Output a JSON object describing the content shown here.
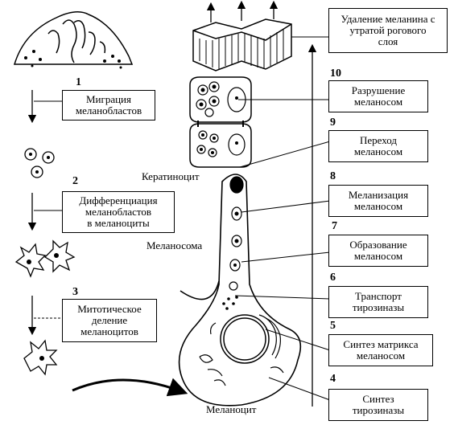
{
  "left_steps": [
    {
      "num": "1",
      "lines": [
        "Миграция",
        "меланобластов"
      ]
    },
    {
      "num": "2",
      "lines": [
        "Дифференциация",
        "меланобластов",
        "в меланоциты"
      ]
    },
    {
      "num": "3",
      "lines": [
        "Митотическое",
        "деление",
        "меланоцитов"
      ]
    }
  ],
  "right_steps": [
    {
      "num": "",
      "lines": [
        "Удаление меланина с",
        "утратой рогового",
        "слоя"
      ]
    },
    {
      "num": "10",
      "lines": [
        "Разрушение",
        "меланосом"
      ]
    },
    {
      "num": "9",
      "lines": [
        "Переход",
        "меланосом"
      ]
    },
    {
      "num": "8",
      "lines": [
        "Меланизация",
        "меланосом"
      ]
    },
    {
      "num": "7",
      "lines": [
        "Образование",
        "меланосом"
      ]
    },
    {
      "num": "6",
      "lines": [
        "Транспорт",
        "тирозиназы"
      ]
    },
    {
      "num": "5",
      "lines": [
        "Синтез матрикса",
        "меланосом"
      ]
    },
    {
      "num": "4",
      "lines": [
        "Синтез",
        "тирозиназы"
      ]
    }
  ],
  "labels": {
    "keratinocyte": "Кератиноцит",
    "melanosome": "Меланосома",
    "melanocyte": "Меланоцит"
  }
}
